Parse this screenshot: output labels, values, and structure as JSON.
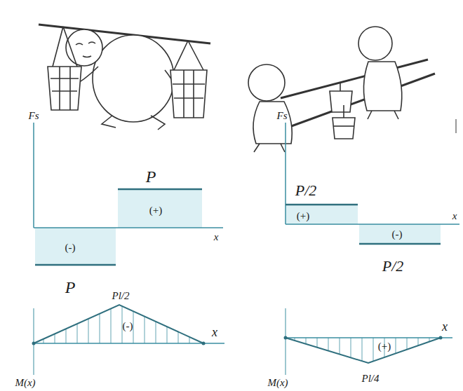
{
  "diagram": {
    "labels": [
      "Fs",
      "P",
      "(+)",
      "x",
      "(-)",
      "P",
      "Pl/2",
      "(-)",
      "x",
      "M(x)",
      "Fs",
      "P/2",
      "(+)",
      "x",
      "(-)",
      "P/2",
      "x",
      "(+)",
      "Pl/4",
      "M(x)"
    ]
  }
}
